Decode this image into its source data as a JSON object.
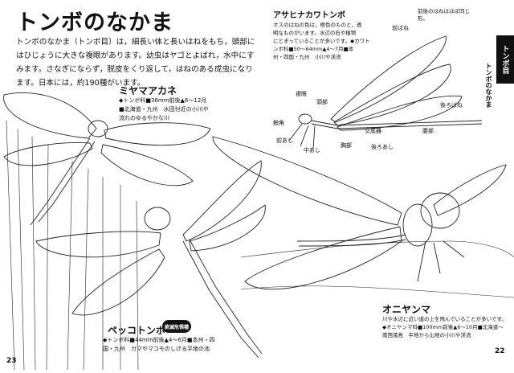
{
  "title": "トンボのなかま",
  "intro": "トンボのなかま（トンボ目）は，細長い体と長いはねをもち，頭部にはひじょうに大きな複眼があります。幼虫はヤゴとよばれ，水中にすみます。さなぎにならず，脱皮をくり返して，はねのある成虫になります。日本には，約190種がいます。",
  "side_tab": {
    "main": "トンボ目",
    "sub": "トンボのなかま"
  },
  "top_right_note": "前後のはねはほぼ同じ形。",
  "species": {
    "miyama": {
      "name": "ミヤマアカネ",
      "info_line1": "◆トンボ科■36mm前後▲6～12月",
      "info_line2": "■北海道・九州　水田付近の小川や",
      "info_line3": "流れのゆるやかな川"
    },
    "asahi": {
      "name": "アサヒナカワトンボ",
      "info_line1": "オスのはねの色は，橙色のものと，透",
      "info_line2": "明なものがいます。水辺の石や植物",
      "info_line3": "にとまっていることが多いです。◆カワト",
      "info_line4": "ンボ科■50～64mm▲4～7月■本",
      "info_line5": "州・四国・九州　小川や渓流"
    },
    "pekko": {
      "name": "ペッコトンボ",
      "badge": "絶滅危惧種",
      "info_line1": "◆トンボ科■44mm前後▲4～6月■本州・四",
      "info_line2": "国・九州　ガマやマコモのしげる平地の池"
    },
    "oniyanma": {
      "name": "オニヤンマ",
      "info_line1": "川や水辺に近い道の上を飛んでいることが多いです。",
      "info_line2": "◆オニヤンマ科■100mm前後▲6～10月■北海道～",
      "info_line3": "南西諸島　平地から山地の小川や渓流"
    }
  },
  "anatomy": {
    "fukugan": "複眼",
    "toubu": "頭部",
    "maebane": "前ばね",
    "ushirobane": "後ろばね",
    "shokkaku": "触角",
    "maeashi": "前あし",
    "nakaashi": "中あし",
    "ushiroashi": "後ろあし",
    "mune": "胸部",
    "koubi": "交尾器",
    "fukubu": "腹部"
  },
  "page_left": "23",
  "page_right": "22"
}
